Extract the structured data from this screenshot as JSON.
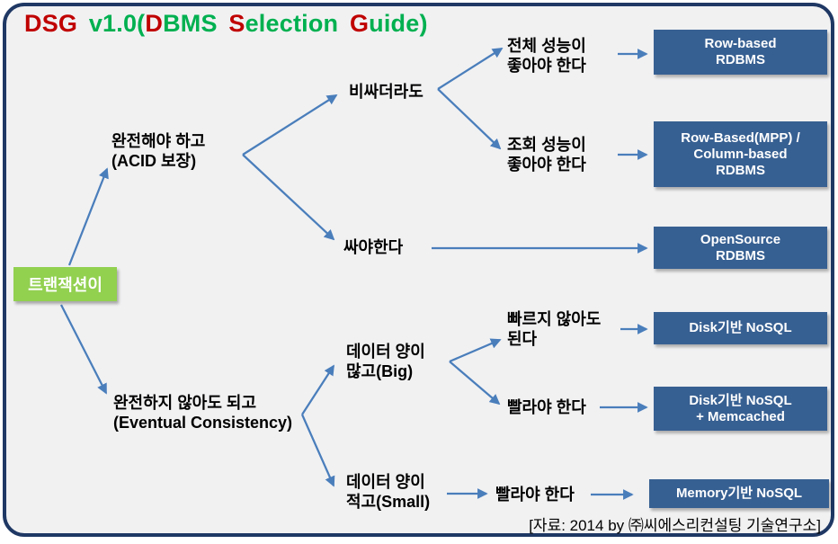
{
  "title": {
    "segments": [
      {
        "text": "DSG ",
        "color": "#C00000"
      },
      {
        "text": "v1.0(",
        "color": "#00B050"
      },
      {
        "text": "D",
        "color": "#C00000"
      },
      {
        "text": "BMS ",
        "color": "#00B050"
      },
      {
        "text": "S",
        "color": "#C00000"
      },
      {
        "text": "election ",
        "color": "#00B050"
      },
      {
        "text": "G",
        "color": "#C00000"
      },
      {
        "text": "uide)",
        "color": "#00B050"
      }
    ]
  },
  "root_node": {
    "label": "트랜잭션이"
  },
  "decision_nodes": [
    {
      "id": "acid-required",
      "label": "완전해야 하고\n(ACID 보장)"
    },
    {
      "id": "expensive-ok",
      "label": "비싸더라도"
    },
    {
      "id": "overall-performance",
      "label": "전체 성능이\n좋아야 한다"
    },
    {
      "id": "query-performance",
      "label": "조회 성능이\n좋아야 한다"
    },
    {
      "id": "cheap-required",
      "label": "싸야한다"
    },
    {
      "id": "eventual-consistency",
      "label": "완전하지 않아도 되고\n(Eventual Consistency)"
    },
    {
      "id": "big-data",
      "label": "데이터 양이\n많고(Big)"
    },
    {
      "id": "speed-not-required",
      "label": "빠르지 않아도\n된다"
    },
    {
      "id": "speed-required-big",
      "label": "빨라야 한다"
    },
    {
      "id": "small-data",
      "label": "데이터 양이\n적고(Small)"
    },
    {
      "id": "speed-required-small",
      "label": "빨라야 한다"
    }
  ],
  "result_boxes": [
    {
      "id": "row-based-rdbms",
      "label": "Row-based\nRDBMS"
    },
    {
      "id": "mpp-column-rdbms",
      "label": "Row-Based(MPP) /\nColumn-based\nRDBMS"
    },
    {
      "id": "opensource-rdbms",
      "label": "OpenSource\nRDBMS"
    },
    {
      "id": "disk-nosql",
      "label": "Disk기반 NoSQL"
    },
    {
      "id": "disk-nosql-memcached",
      "label": "Disk기반 NoSQL\n+ Memcached"
    },
    {
      "id": "memory-nosql",
      "label": "Memory기반 NoSQL"
    }
  ],
  "footer": "[자료: 2014 by ㈜씨에스리컨설팅 기술연구소]",
  "colors": {
    "frame_border": "#1F3864",
    "background": "#F1F1F2",
    "root_box_bg": "#92D050",
    "result_box_bg": "#376092",
    "result_box_text": "#FFFFFF",
    "arrow": "#4A7EBB",
    "title_red": "#C00000",
    "title_green": "#00B050"
  }
}
